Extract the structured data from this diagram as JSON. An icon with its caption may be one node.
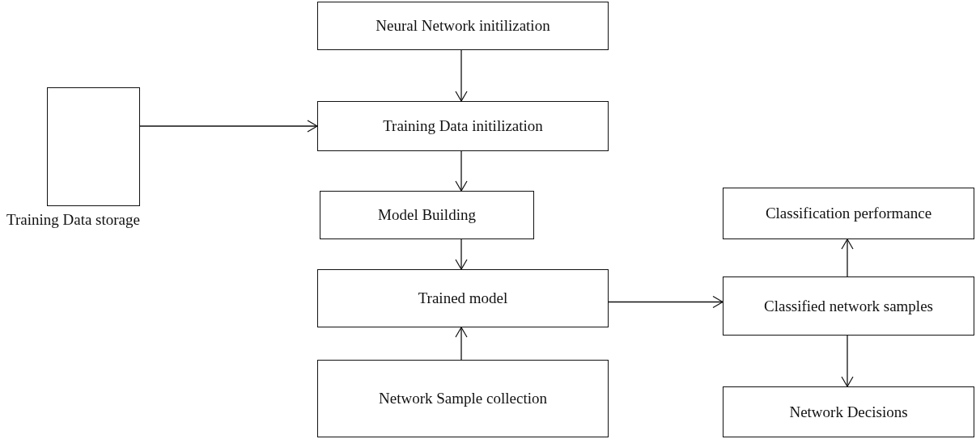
{
  "diagram": {
    "nodes": [
      {
        "text": [
          "Neural Network initilization"
        ]
      },
      {
        "text": [
          "Training Data initilization"
        ]
      },
      {
        "text": [
          "Model Building"
        ]
      },
      {
        "text": [
          "Trained model"
        ]
      },
      {
        "text": [
          "Network Sample collection"
        ]
      },
      {
        "text": [
          "Training Data storage"
        ]
      },
      {
        "text": [
          "Classification performance"
        ]
      },
      {
        "text": [
          "Classified network samples"
        ]
      },
      {
        "text": [
          "Network Decisions"
        ]
      }
    ],
    "edges": [
      {
        "from": 0,
        "to": 1,
        "arrow": "to"
      },
      {
        "from": 5,
        "to": 1,
        "arrow": "to"
      },
      {
        "from": 1,
        "to": 2,
        "arrow": "to"
      },
      {
        "from": 2,
        "to": 3,
        "arrow": "to"
      },
      {
        "from": 4,
        "to": 3,
        "arrow": "to"
      },
      {
        "from": 3,
        "to": 7,
        "arrow": "to"
      },
      {
        "from": 7,
        "to": 6,
        "arrow": "to"
      },
      {
        "from": 7,
        "to": 8,
        "arrow": "to"
      }
    ]
  }
}
